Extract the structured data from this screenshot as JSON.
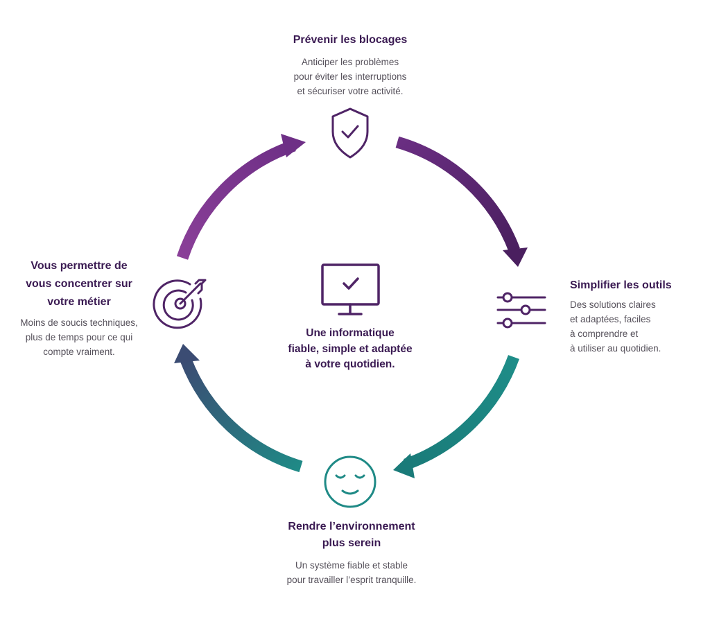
{
  "center": {
    "icon": "monitor-check-icon",
    "lines": [
      "Une informatique",
      "fiable, simple et adaptée",
      "à votre quotidien."
    ]
  },
  "steps": [
    {
      "icon": "shield-check-icon",
      "title_lines": [
        "Prévenir les blocages"
      ],
      "desc_lines": [
        "Anticiper les problèmes",
        "pour éviter les interruptions",
        "et sécuriser votre activité."
      ]
    },
    {
      "icon": "sliders-icon",
      "title_lines": [
        "Simplifier les outils"
      ],
      "desc_lines": [
        "Des solutions claires",
        "et adaptées, faciles",
        "à comprendre et",
        "à utiliser au quotidien."
      ]
    },
    {
      "icon": "calm-face-icon",
      "title_lines": [
        "Rendre l’environnement",
        "plus serein"
      ],
      "desc_lines": [
        "Un système fiable et stable",
        "pour travailler l’esprit tranquille."
      ]
    },
    {
      "icon": "target-arrow-icon",
      "title_lines": [
        "Vous permettre de",
        "vous concentrer sur",
        "votre métier"
      ],
      "desc_lines": [
        "Moins de soucis techniques,",
        "plus de temps pour ce qui",
        "compte vraiment."
      ]
    }
  ],
  "colors": {
    "title": "#3a1a52",
    "text": "#55505a",
    "purple_dark": "#4f2466",
    "purple": "#7a3a8e",
    "teal": "#1f8a86",
    "slate": "#3b5670"
  }
}
